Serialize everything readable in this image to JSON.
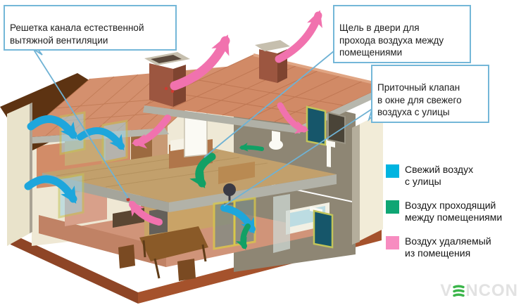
{
  "callouts": [
    {
      "id": "exhaust-grille-callout",
      "text": "Решетка канала естественной\nвытяжной вентиляции"
    },
    {
      "id": "door-gap-callout",
      "text": "Щель в двери для\nпрохода воздуха между\nпомещениями"
    },
    {
      "id": "window-inlet-valve-callout",
      "text": "Приточный клапан\nв окне для свежего\nвоздуха с улицы"
    }
  ],
  "legend": {
    "items": [
      {
        "name": "fresh-air",
        "label": "Свежий воздух\nс улицы",
        "color": "#00b4e0"
      },
      {
        "name": "transfer-air",
        "label": "Воздух проходящий\n между помещениями",
        "color": "#0fa674"
      },
      {
        "name": "exhaust-air",
        "label": "Воздух удаляемый\nиз помещения",
        "color": "#f78cc0"
      }
    ]
  },
  "watermark": {
    "brand": "VENCON",
    "prefix": "V",
    "suffix": "NCON",
    "e_color": "#3bb54a"
  },
  "colors": {
    "fresh_air_arrow": "#1ea6dc",
    "transfer_air_arrow": "#12a065",
    "exhaust_air_arrow": "#f172ae",
    "callout_border": "#74b7d8",
    "leader_line": "#6fb2d4"
  }
}
